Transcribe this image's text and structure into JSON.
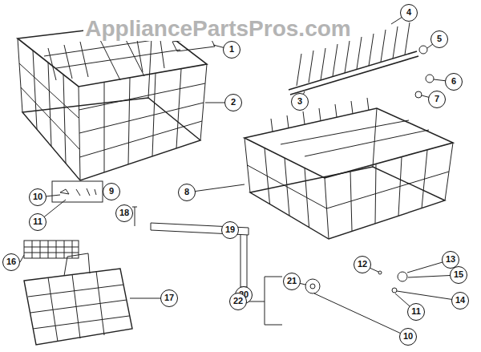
{
  "diagram": {
    "labels": [
      "AppliancePartsPros.com",
      "4",
      "1",
      "5",
      "6",
      "2",
      "3",
      "7",
      "9",
      "8",
      "10",
      "18",
      "11",
      "19",
      "13",
      "12",
      "15",
      "16",
      "21",
      "20",
      "14",
      "17",
      "22",
      "11",
      "10"
    ]
  }
}
